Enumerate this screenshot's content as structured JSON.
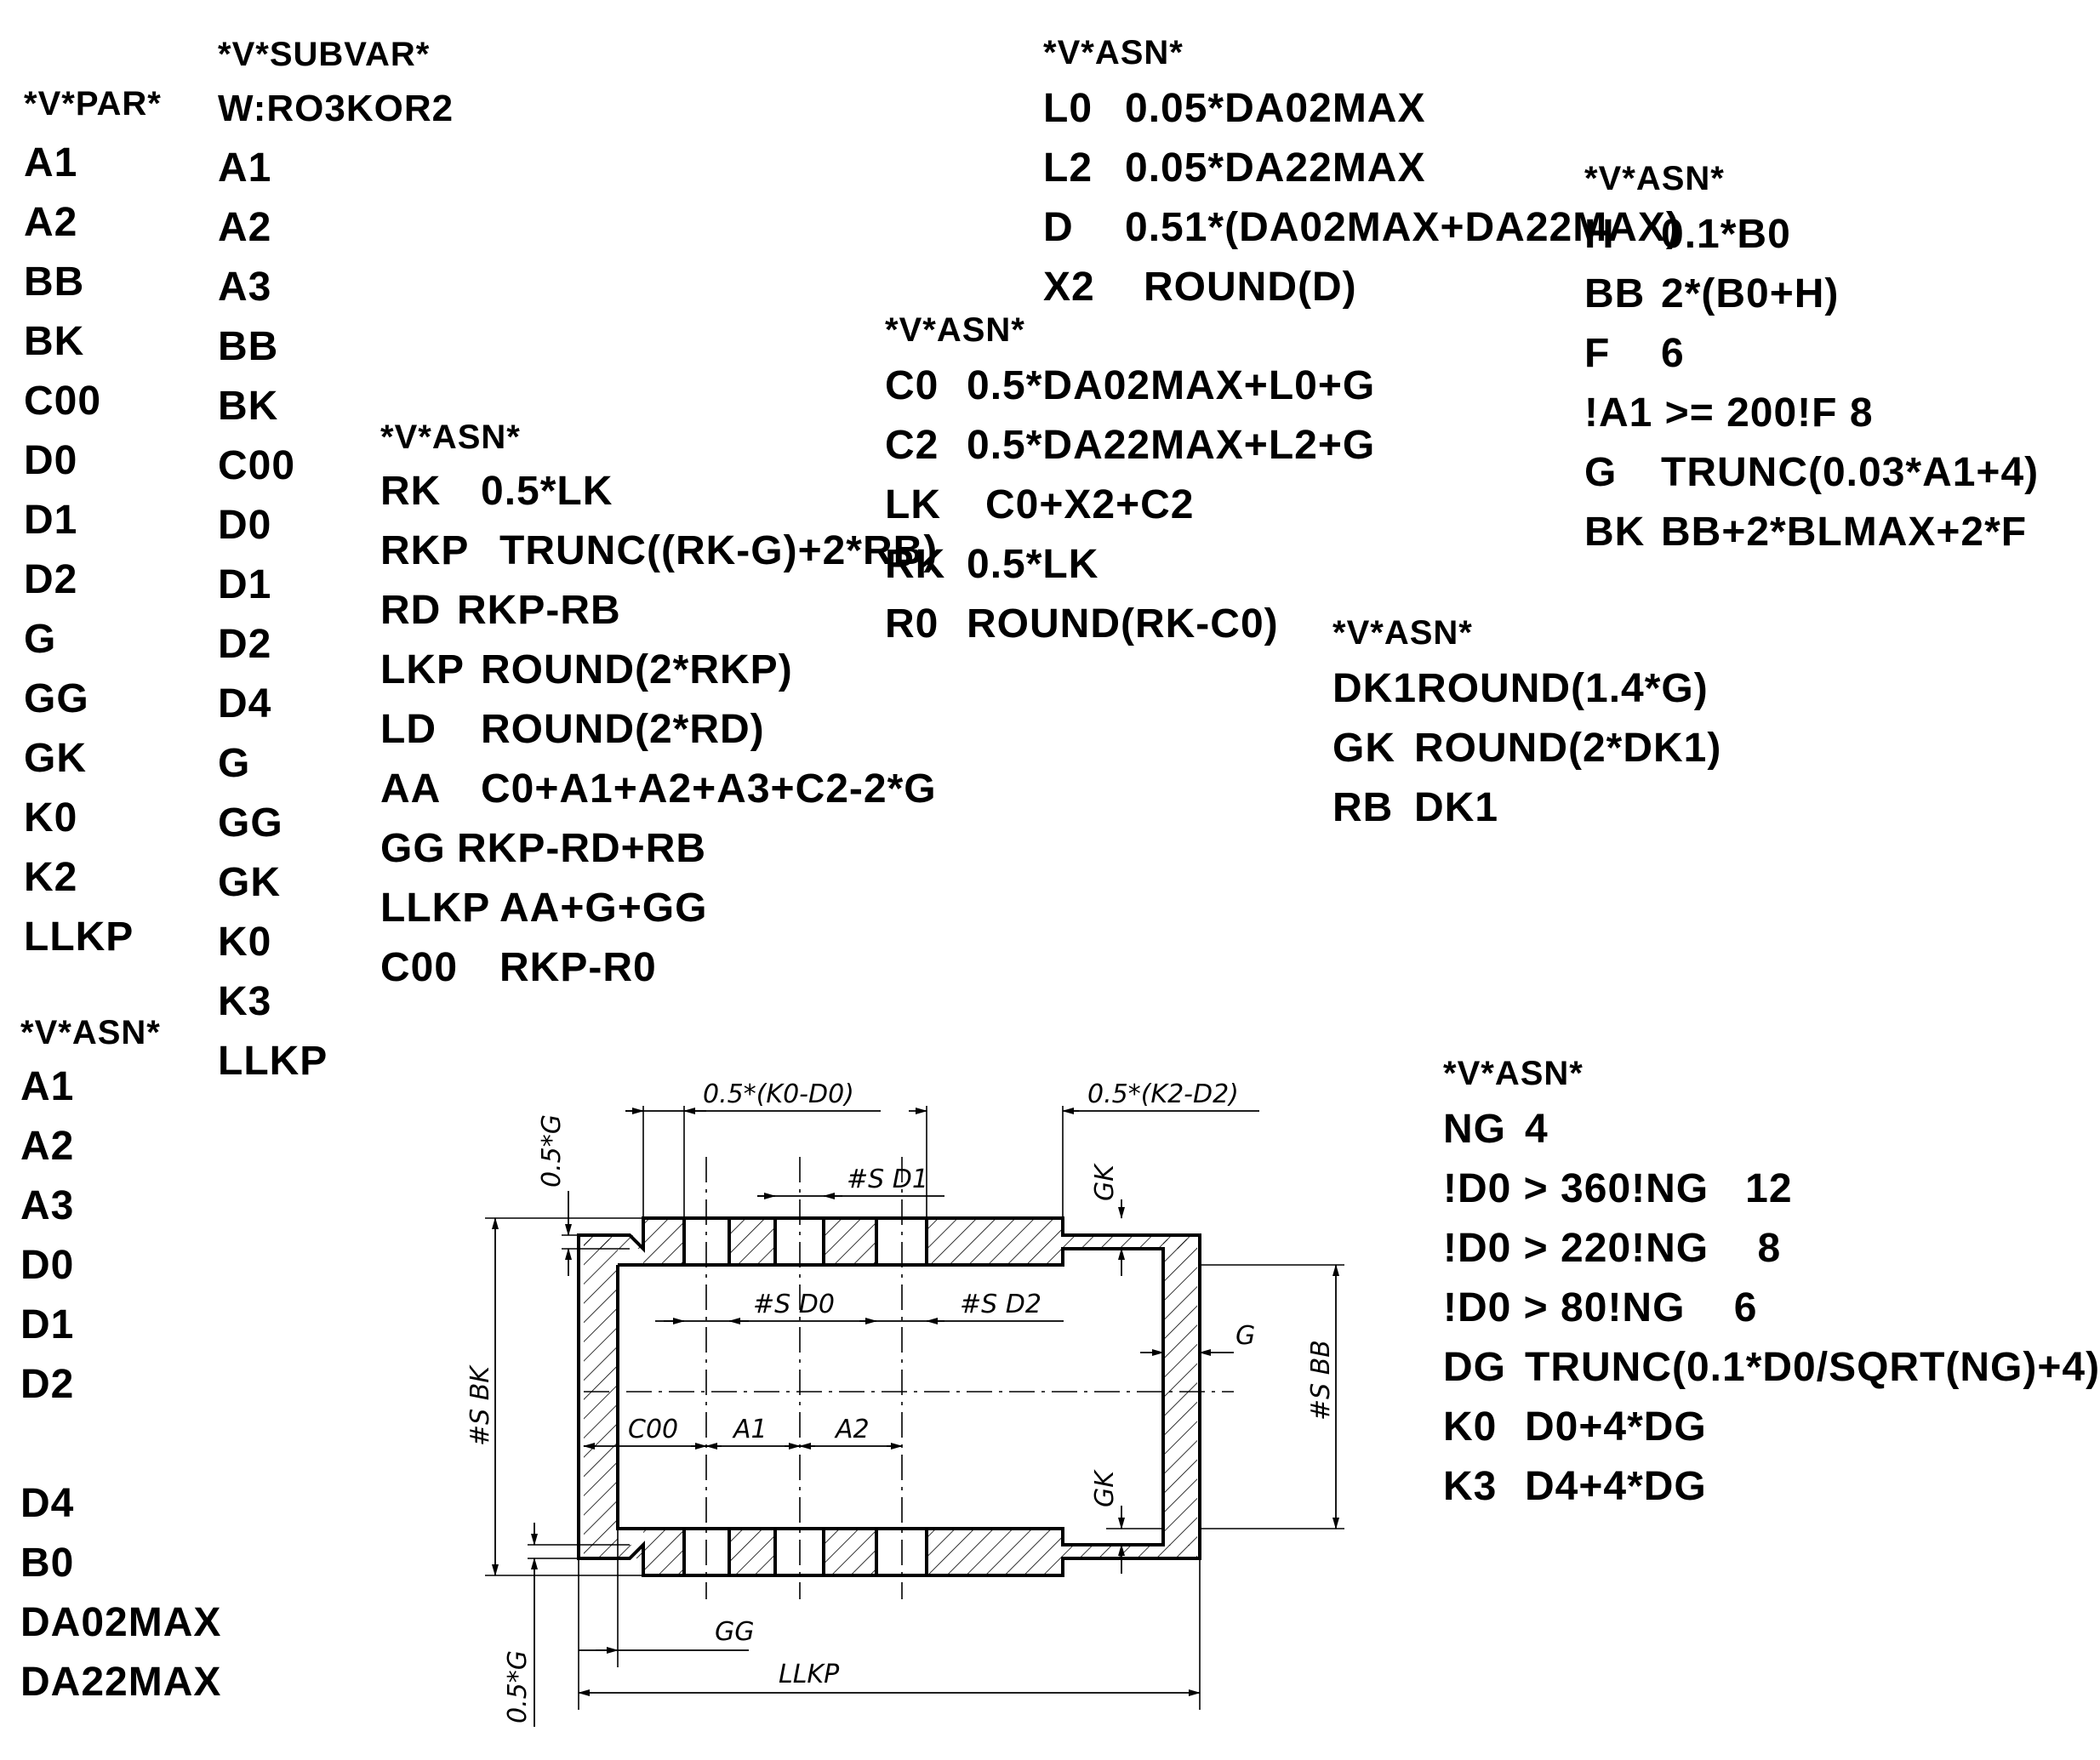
{
  "par_block": {
    "header": "*V*PAR*",
    "items": [
      "A1",
      "A2",
      "BB",
      "BK",
      "C00",
      "D0",
      "D1",
      "D2",
      "G",
      "GG",
      "GK",
      "K0",
      "K2",
      "LLKP"
    ]
  },
  "asn_left_block": {
    "header": "*V*ASN*",
    "items": [
      "A1",
      "A2",
      "A3",
      "D0",
      "D1",
      "D2",
      "",
      "D4",
      "B0",
      "DA02MAX",
      "DA22MAX"
    ]
  },
  "subvar_block": {
    "header": "*V*SUBVAR*",
    "items": [
      "W:RO3KOR2",
      "A1",
      "A2",
      "A3",
      "BB",
      "BK",
      "C00",
      "D0",
      "D1",
      "D2",
      "D4",
      "G",
      "GG",
      "GK",
      "K0",
      "K3",
      "LLKP"
    ]
  },
  "asn_rk_block": {
    "header": "*V*ASN*",
    "rows": [
      {
        "name": "RK",
        "expr": "0.5*LK"
      },
      {
        "name": "RKP",
        "expr": "TRUNC((RK-G)+2*RB)"
      },
      {
        "name": "RD",
        "expr": "RKP-RB"
      },
      {
        "name": "LKP",
        "expr": "ROUND(2*RKP)"
      },
      {
        "name": "LD",
        "expr": "ROUND(2*RD)"
      },
      {
        "name": "AA",
        "expr": "C0+A1+A2+A3+C2-2*G"
      },
      {
        "name": "GG",
        "expr": "RKP-RD+RB"
      },
      {
        "name": "LLKP",
        "expr": "AA+G+GG"
      },
      {
        "name": "C00",
        "expr": "RKP-R0"
      }
    ]
  },
  "asn_l0_block": {
    "header": "*V*ASN*",
    "rows": [
      {
        "name": "L0",
        "expr": "0.05*DA02MAX"
      },
      {
        "name": "L2",
        "expr": "0.05*DA22MAX"
      },
      {
        "name": "D",
        "expr": "0.51*(DA02MAX+DA22MAX)"
      },
      {
        "name": "X2",
        "expr": "ROUND(D)"
      }
    ]
  },
  "asn_c0_block": {
    "header": "*V*ASN*",
    "rows": [
      {
        "name": "C0",
        "expr": "0.5*DA02MAX+L0+G"
      },
      {
        "name": "C2",
        "expr": "0.5*DA22MAX+L2+G"
      },
      {
        "name": "LK",
        "expr": "C0+X2+C2"
      },
      {
        "name": "RK",
        "expr": "0.5*LK"
      },
      {
        "name": "R0",
        "expr": "ROUND(RK-C0)"
      }
    ]
  },
  "asn_h_block": {
    "header": "*V*ASN*",
    "rows": [
      {
        "name": "H",
        "expr": "0.1*B0"
      },
      {
        "name": "BB",
        "expr": "2*(B0+H)"
      },
      {
        "name": "F",
        "expr": "6"
      },
      {
        "name": "!A1 >= 200!F",
        "expr": "8"
      },
      {
        "name": "G",
        "expr": "TRUNC(0.03*A1+4)"
      },
      {
        "name": "BK",
        "expr": "BB+2*BLMAX+2*F"
      }
    ]
  },
  "asn_dk1_block": {
    "header": "*V*ASN*",
    "rows": [
      {
        "name": "DK1",
        "expr": "ROUND(1.4*G)"
      },
      {
        "name": "GK",
        "expr": "ROUND(2*DK1)"
      },
      {
        "name": "RB",
        "expr": "DK1"
      }
    ]
  },
  "asn_ng_block": {
    "header": "*V*ASN*",
    "rows": [
      {
        "name": "NG",
        "expr": "4"
      },
      {
        "name": "!D0 > 360!NG",
        "expr": "12"
      },
      {
        "name": "!D0 > 220!NG",
        "expr": " 8"
      },
      {
        "name": "!D0 > 80!NG",
        "expr": " 6"
      },
      {
        "name": "DG",
        "expr": "TRUNC(0.1*D0/SQRT(NG)+4)"
      },
      {
        "name": "K0",
        "expr": "D0+4*DG"
      },
      {
        "name": "K3",
        "expr": "D4+4*DG"
      }
    ]
  },
  "drawing_labels": {
    "k0_d0": "0.5*(K0-D0)",
    "k2_d2": "0.5*(K2-D2)",
    "half_g_top": "0.5*G",
    "half_g_bottom": "0.5*G",
    "s_d1": "#S D1",
    "s_d0": "#S D0",
    "s_d2": "#S D2",
    "gk_top": "GK",
    "gk_bottom": "GK",
    "g_right": "G",
    "s_bk": "#S BK",
    "s_bb": "#S BB",
    "c00": "C00",
    "a1": "A1",
    "a2": "A2",
    "gg": "GG",
    "llkp": "LLKP"
  }
}
